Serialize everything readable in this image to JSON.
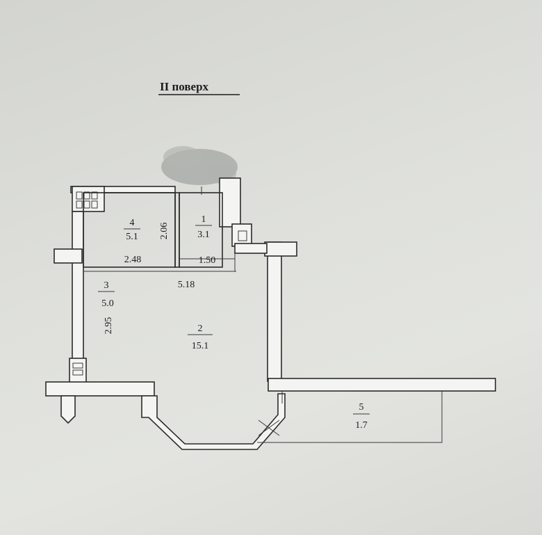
{
  "floor_title": "II поверх",
  "rooms": [
    {
      "number": "1",
      "area": "3.1"
    },
    {
      "number": "2",
      "area": "15.1"
    },
    {
      "number": "3",
      "area": "5.0"
    },
    {
      "number": "4",
      "area": "5.1"
    },
    {
      "number": "5",
      "area": "1.7"
    }
  ],
  "dimensions": {
    "room4_width": "2.48",
    "room4_depth": "2.06",
    "room1_width": "1.50",
    "room2_width": "5.18",
    "room3_length": "2.95"
  }
}
